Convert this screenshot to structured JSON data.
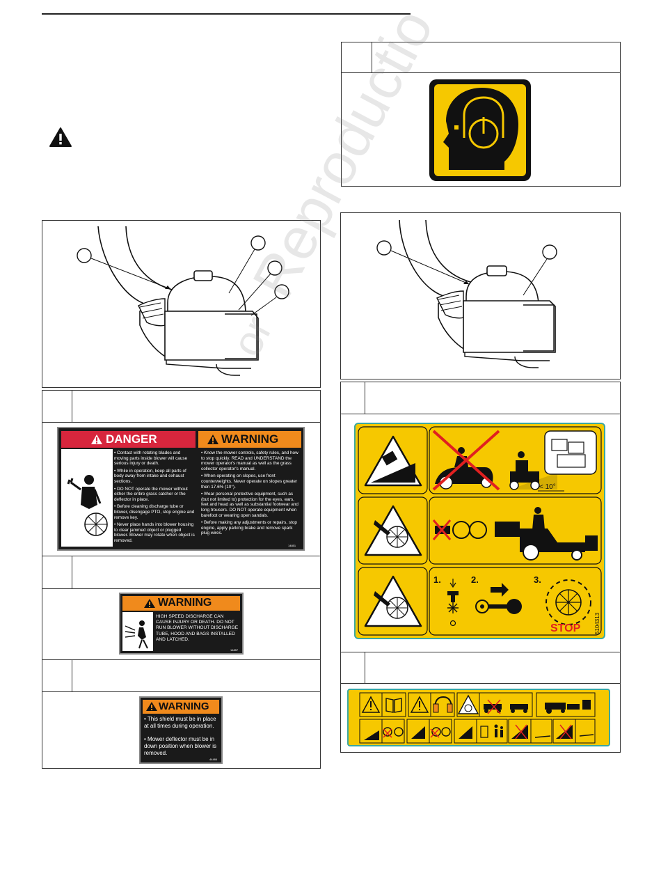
{
  "decals": {
    "danger_warning": {
      "danger_title": "DANGER",
      "warning_title": "WARNING",
      "danger_items": [
        "• Contact with rotating blades and moving parts inside blower will cause serious injury or death.",
        "• While in operation, keep all parts of body away from intake and exhaust sections.",
        "• DO NOT operate the mower without either the entire grass catcher or the deflector in place.",
        "• Before cleaning discharge tube or blower, disengage PTO, stop engine and remove key.",
        "• Never place hands into blower housing to clear jammed object or plugged blower. Blower may rotate when object is removed."
      ],
      "warning_items": [
        "• Know the mower controls, safety rules, and how to stop quickly. READ and UNDERSTAND the mower operator's manual as well as the grass collector operator's manual.",
        "• When operating on slopes, use front counterweights. Never operate on slopes greater then 17.6% (10°).",
        "• Wear personal protective equipment, such as (but not limited to) protection for the eyes, ears, feet and head as well as substantial footwear and long trousers. DO NOT operate equipment when barefoot or wearing open sandals.",
        "• Before making any adjustments or repairs, stop engine, apply parking brake and remove spark plug wires."
      ],
      "part_no": "14851"
    },
    "discharge_warning": {
      "title": "WARNING",
      "text": "HIGH SPEED DISCHARGE CAN CAUSE INJURY OR DEATH. DO NOT RUN BLOWER WITHOUT DISCHARGE TUBE, HOOD AND BAGS INSTALLED AND LATCHED.",
      "part_no": "14857"
    },
    "shield_warning": {
      "title": "WARNING",
      "line1": "• This shield must be in place at all times during operation.",
      "line2": "• Mower deflector must be in down position when blower is removed.",
      "part_no": "44484"
    },
    "pictorial": {
      "angle_label": "< 10°",
      "step1": "1.",
      "step2": "2.",
      "step3": "3.",
      "stop_label": "STOP",
      "part_no": "5104313"
    }
  },
  "watermark": "Reproductio",
  "watermark_prefix": "or",
  "colors": {
    "danger_red": "#d7263d",
    "warning_orange": "#f08a1c",
    "decal_black": "#1a1a1a",
    "safety_yellow": "#f6c800",
    "decal_border_teal": "#3aa7a0"
  }
}
